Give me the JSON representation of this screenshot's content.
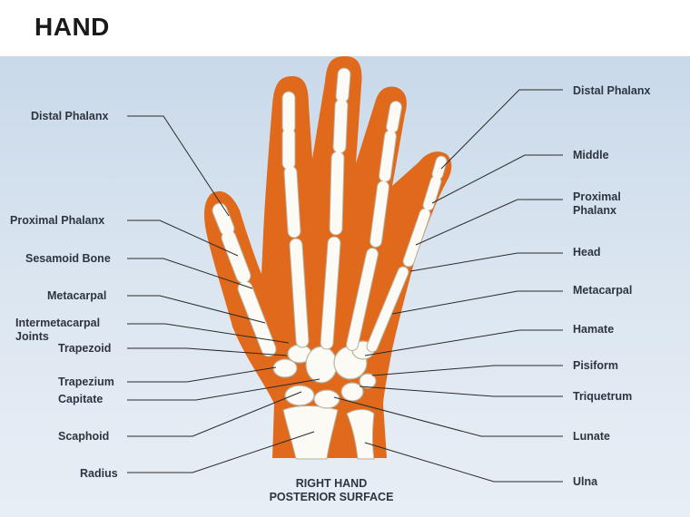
{
  "title": "HAND",
  "caption": {
    "line1": "RIGHT HAND",
    "line2": "POSTERIOR SURFACE"
  },
  "labels_left": [
    {
      "text": "Distal Phalanx"
    },
    {
      "text": "Proximal Phalanx"
    },
    {
      "text": "Sesamoid Bone"
    },
    {
      "text": "Metacarpal"
    },
    {
      "text": "Intermetacarpal Joints"
    },
    {
      "text": "Trapezoid"
    },
    {
      "text": "Trapezium"
    },
    {
      "text": "Capitate"
    },
    {
      "text": "Scaphoid"
    },
    {
      "text": "Radius"
    }
  ],
  "labels_right": [
    {
      "text": "Distal Phalanx"
    },
    {
      "text": "Middle"
    },
    {
      "text": "Proximal Phalanx"
    },
    {
      "text": "Head"
    },
    {
      "text": "Metacarpal"
    },
    {
      "text": "Hamate"
    },
    {
      "text": "Pisiform"
    },
    {
      "text": "Triquetrum"
    },
    {
      "text": "Lunate"
    },
    {
      "text": "Ulna"
    }
  ],
  "colors": {
    "skin": "#e0691c",
    "bone": "#fbfaf4",
    "bone_outline": "#b8b09a",
    "leader": "#2a2a2a",
    "background_top": "#c9d9ea"
  }
}
